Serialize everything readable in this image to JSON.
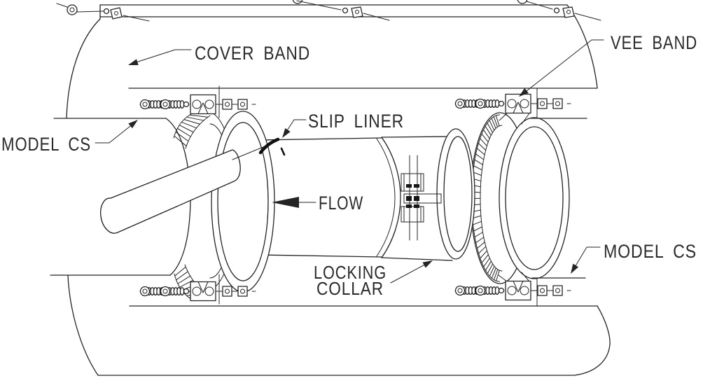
{
  "window": {
    "background": "#ffffff"
  },
  "drawing": {
    "type": "technical-line-drawing",
    "line_color": "#242424",
    "labels": {
      "cover_band": "COVER BAND",
      "vee_band": "VEE BAND",
      "model_cs_left": "MODEL CS",
      "slip_liner": "SLIP LINER",
      "flow": "FLOW",
      "locking_collar_line1": "LOCKING",
      "locking_collar_line2": "COLLAR",
      "model_cs_right": "MODEL CS"
    }
  }
}
